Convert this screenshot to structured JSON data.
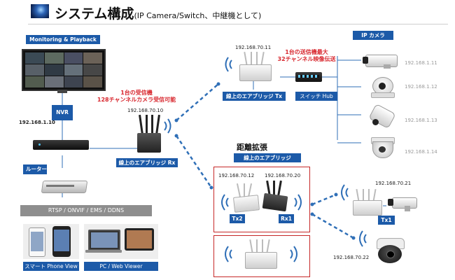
{
  "title": {
    "main": "システム構成",
    "sub": "(IP Camera/Switch、中継機として)"
  },
  "labels": {
    "monitoring": "Monitoring & Playback",
    "nvr": "NVR",
    "nvr_ip": "192.168.1.10",
    "router": "ルーター",
    "protocols": "RTSP / ONVIF / EMS / DDNS",
    "smartphone_view": "スマート Phone View",
    "pc_viewer": "PC / Web Viewer",
    "rx_caption_l1": "1台の受信機",
    "rx_caption_l2": "128チャンネルカメラ受信可能",
    "rx_ip": "192.168.70.10",
    "rx_label": "線上のエアブリッジ Rx",
    "tx_ip": "192.168.70.11",
    "tx_label": "線上のエアブリッジ Tx",
    "tx_caption_l1": "1台の送信機最大",
    "tx_caption_l2": "32チャンネル映像伝送",
    "switch_label": "スイッチ Hub",
    "ip_camera_header": "IP カメラ",
    "range_title": "距離拡張",
    "range_label": "線上のエアブリッジ",
    "relay_ip_1": "192.168.70.12",
    "relay_ip_2": "192.168.70.20",
    "relay_tx2": "Tx2",
    "relay_rx1": "Rx1",
    "remote_ip_1": "192.168.70.21",
    "remote_tx1": "Tx1",
    "remote_ip_2": "192.168.70.22"
  },
  "cameras": [
    {
      "ip": "192.168.1.11"
    },
    {
      "ip": "192.168.1.12"
    },
    {
      "ip": "192.168.1.13"
    },
    {
      "ip": "192.168.1.14"
    }
  ],
  "colors": {
    "label_bg": "#1c5aa8",
    "link_blue": "#2f6fb7",
    "caption_red": "#d8282f",
    "box_red": "#c62828",
    "gray_band": "#8e8e8e"
  }
}
